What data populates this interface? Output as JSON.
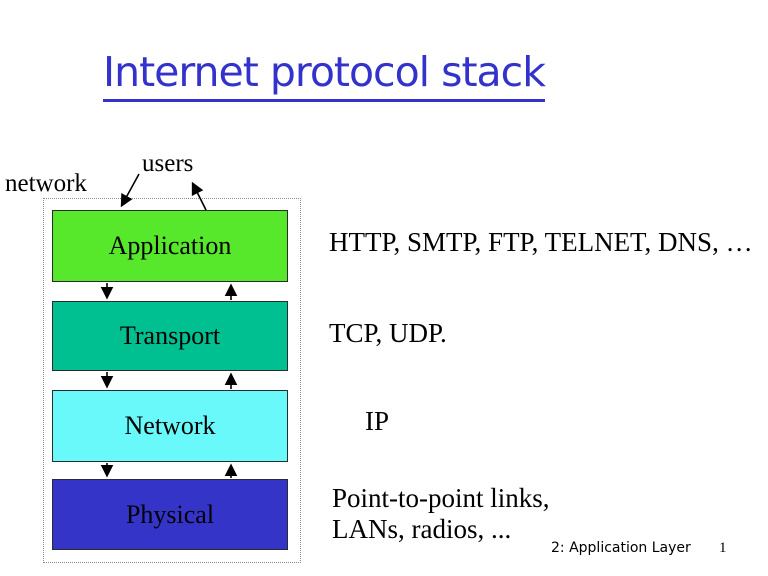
{
  "slide": {
    "title": "Internet protocol stack",
    "title_color": "#3333CC",
    "footer": {
      "section": "2: Application Layer",
      "page_number": "1"
    }
  },
  "diagram": {
    "users_label": "users",
    "network_label": "network",
    "layers": [
      {
        "name": "Application",
        "color": "#57E72B",
        "annotation_lines": [
          "HTTP, SMTP, FTP, TELNET, DNS, …"
        ]
      },
      {
        "name": "Transport",
        "color": "#00BF90",
        "annotation_lines": [
          "TCP, UDP."
        ]
      },
      {
        "name": "Network",
        "color": "#6AF9FB",
        "annotation_lines": [
          "IP"
        ]
      },
      {
        "name": "Physical",
        "color": "#3534C9",
        "annotation_lines": [
          "Point-to-point links,",
          "LANs, radios, ..."
        ]
      }
    ]
  }
}
